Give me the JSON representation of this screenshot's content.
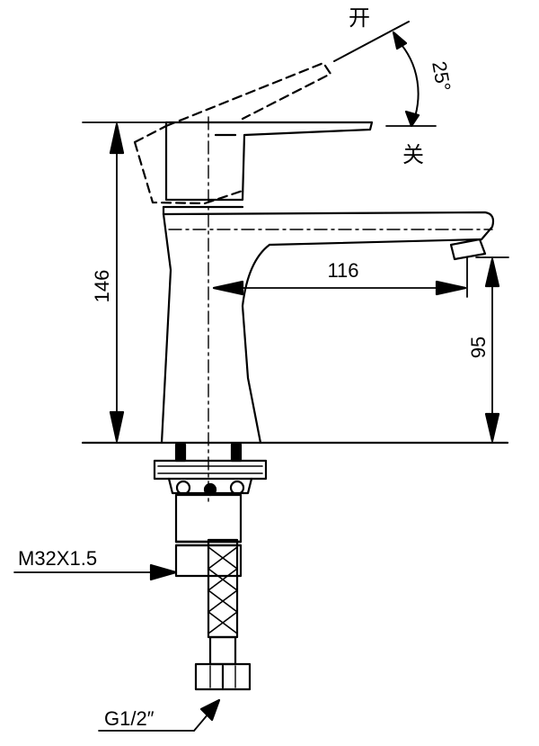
{
  "labels": {
    "open": "开",
    "closed": "关",
    "angle": "25°",
    "height_total": "146",
    "spout_reach": "116",
    "spout_height": "95",
    "thread_size": "M32X1.5",
    "hose_connector": "G1/2″"
  }
}
